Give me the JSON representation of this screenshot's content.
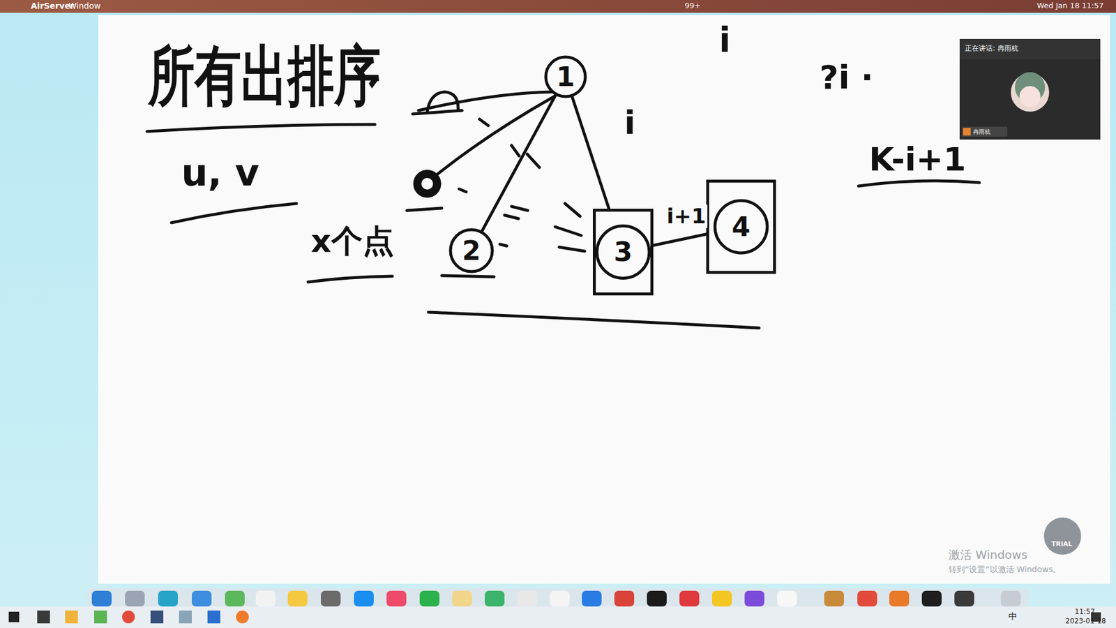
{
  "diagram": {
    "title": "所有出排序",
    "nodes": [
      {
        "text": [
          "1"
        ]
      },
      {
        "text": [
          "2"
        ]
      },
      {
        "text": [
          "3"
        ]
      },
      {
        "text": [
          "4"
        ]
      }
    ],
    "edges": [
      {
        "from": 0,
        "to": 1,
        "arrow": "none"
      },
      {
        "from": 0,
        "to": 2,
        "label": "i",
        "arrow": "none"
      },
      {
        "from": 2,
        "to": 3,
        "label": "i+1",
        "arrow": "none"
      }
    ],
    "labels": [
      "AirServer",
      "Window",
      "99+",
      "Wed Jan 18 11:57",
      "u, v",
      "x个点",
      "i",
      "?i ·",
      "K-i+1",
      "正在讲话: 冉雨杭",
      "冉雨杭",
      "TRIAL",
      "激活 Windows",
      "转到“设置”以激活 Windows。",
      "中",
      "11:57",
      "2023-01-18"
    ]
  }
}
